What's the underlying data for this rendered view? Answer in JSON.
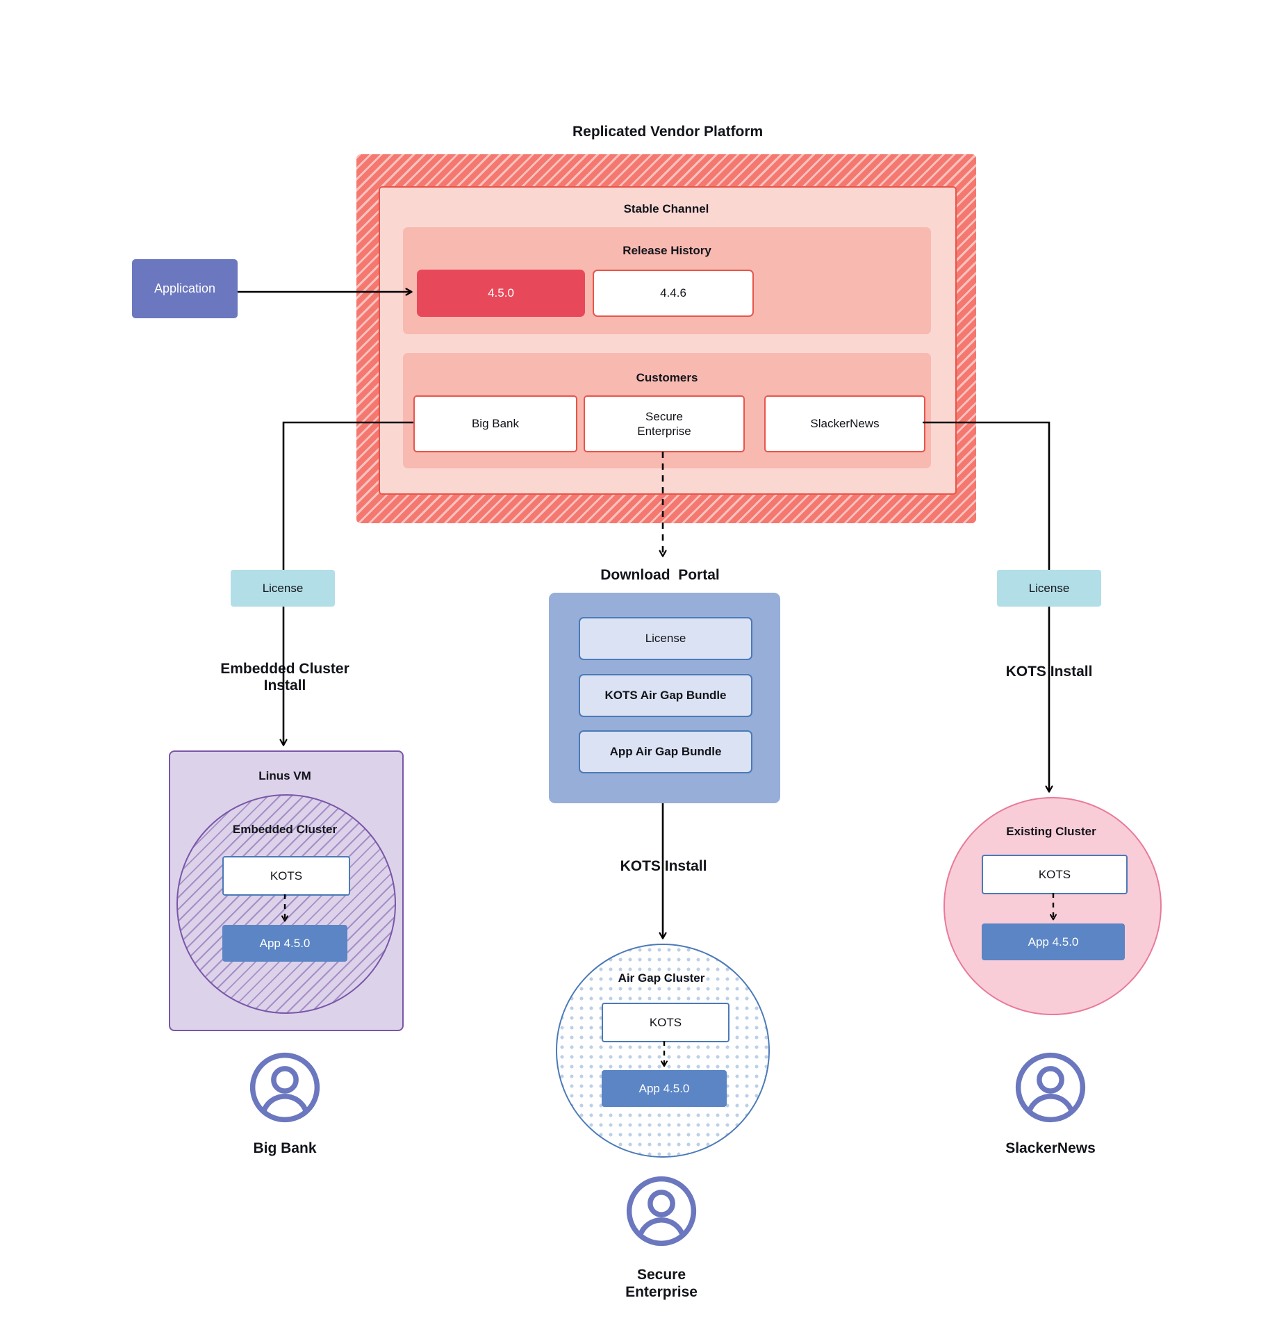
{
  "platform": {
    "title": "Replicated Vendor Platform",
    "channel_label": "Stable Channel",
    "release_history": {
      "label": "Release History",
      "releases": [
        {
          "version": "4.5.0",
          "state": "current"
        },
        {
          "version": "4.4.6",
          "state": "previous"
        }
      ]
    },
    "customers": {
      "label": "Customers",
      "items": [
        {
          "name": "Big Bank"
        },
        {
          "name": "Secure\nEnterprise"
        },
        {
          "name": "SlackerNews"
        }
      ]
    }
  },
  "application_node": {
    "label": "Application"
  },
  "left_flow": {
    "license_label": "License",
    "install_label": "Embedded Cluster\nInstall",
    "vm_label": "Linus VM",
    "cluster_label": "Embedded Cluster",
    "kots_label": "KOTS",
    "app_label": "App 4.5.0",
    "persona": "Big Bank"
  },
  "center_flow": {
    "portal_title": "Download  Portal",
    "portal_items": [
      {
        "label": "License",
        "emphasis": "plain"
      },
      {
        "label": "KOTS Air Gap Bundle",
        "emphasis": "bold"
      },
      {
        "label": "App Air Gap Bundle",
        "emphasis": "bold"
      }
    ],
    "install_label": "KOTS Install",
    "cluster_label": "Air Gap Cluster",
    "kots_label": "KOTS",
    "app_label": "App 4.5.0",
    "persona": "Secure\nEnterprise"
  },
  "right_flow": {
    "license_label": "License",
    "install_label": "KOTS Install",
    "cluster_label": "Existing Cluster",
    "kots_label": "KOTS",
    "app_label": "App 4.5.0",
    "persona": "SlackerNews"
  },
  "colors": {
    "platform_red": "#f4786f",
    "channel_pink": "#fbd7d2",
    "subpanel_pink": "#f8b9b1",
    "release_current": "#e8495a",
    "border_red": "#e8554a",
    "application_purple": "#6b77be",
    "license_cyan": "#b2dee7",
    "portal_blue": "#96aed8",
    "portal_item_blue": "#dbe2f3",
    "vm_purple": "#dcd2ea",
    "vm_border": "#7a56a8",
    "cluster_blue_border": "#4b7ab8",
    "existing_pink": "#f9cdd8",
    "existing_border": "#e87a9a",
    "app_box_blue": "#5b85c4",
    "avatar_purple": "#6b77be"
  },
  "icons": {
    "persona": "user-avatar-icon"
  }
}
